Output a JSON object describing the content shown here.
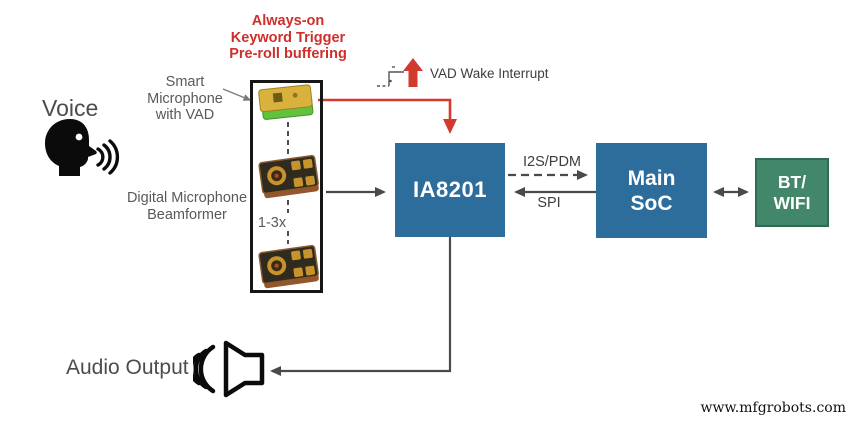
{
  "note": {
    "lines": [
      "Always-on",
      "Keyword Trigger",
      "Pre-roll buffering"
    ]
  },
  "left_side": {
    "voice_label": "Voice",
    "audio_output_label": "Audio Output"
  },
  "mic_group": {
    "smart_mic_label_lines": [
      "Smart",
      "Microphone",
      "with VAD"
    ],
    "digital_mic_label_lines": [
      "Digital Microphone",
      "Beamformer"
    ],
    "count_label": "1-3x"
  },
  "vad": {
    "wake_label": "VAD Wake Interrupt"
  },
  "blocks": {
    "ia8201": {
      "label": "IA8201"
    },
    "main_soc": {
      "lines": [
        "Main",
        "SoC"
      ]
    },
    "bt_wifi": {
      "lines": [
        "BT/",
        "WIFI"
      ]
    }
  },
  "buses": {
    "i2s_pdm": "I2S/PDM",
    "spi": "SPI"
  },
  "watermark": "www.mfgrobots.com",
  "icons": {
    "speaking_head": "speaking-head-icon",
    "speaker": "speaker-icon",
    "smart_mic_chip": "smart-mic-chip-icon",
    "digital_mic_chip": "digital-mic-chip-icon",
    "rising_edge": "rising-edge-signal-icon",
    "vad_wake_arrow": "red-up-arrow-icon"
  },
  "colors": {
    "accent_red": "#ce2f2b",
    "wire_red": "#d23a2e",
    "block_blue": "#2d6d9b",
    "block_green": "#42876a",
    "block_green_border": "#2f6b52",
    "wire_gray": "#4a4a4a",
    "label_gray": "#595959",
    "text_dark": "#3d3d3d"
  }
}
